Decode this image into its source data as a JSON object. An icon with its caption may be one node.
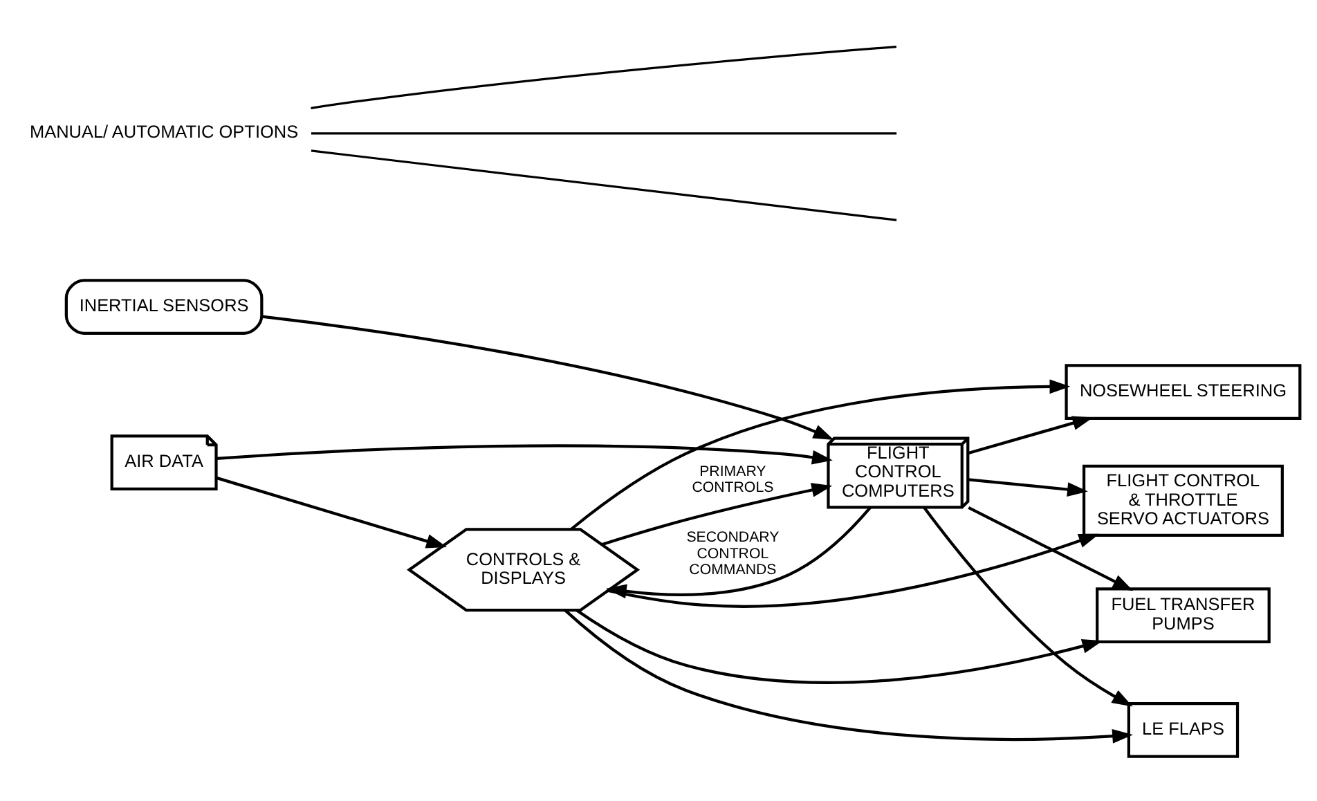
{
  "diagram": {
    "nodes": [
      {
        "text": [
          "AIR DATA"
        ]
      },
      {
        "text": [
          "CONTROLS & DISPLAYS"
        ]
      },
      {
        "text": [
          "INERTIAL SENSORS"
        ]
      },
      {
        "text": [
          "FLIGHT CONTROL COMPUTERS"
        ]
      },
      {
        "text": [
          "MANUAL/ AUTOMATIC OPTIONS"
        ]
      },
      {
        "text": [
          "FLIGHT CONTROL & THROTTLE SERVO ACTUATORS"
        ]
      },
      {
        "text": [
          "LE FLAPS"
        ]
      },
      {
        "text": [
          "NOSEWHEEL STEERING"
        ]
      },
      {
        "text": [
          "FUEL TRANSFER PUMPS"
        ]
      }
    ],
    "edges": [
      {
        "from": 0,
        "to": 1,
        "arrow": "to"
      },
      {
        "from": 0,
        "to": 3,
        "arrow": "to"
      },
      {
        "from": 1,
        "to": 3,
        "arrow": "to",
        "label": "PRIMARY CONTROLS"
      },
      {
        "from": 3,
        "to": 1,
        "arrow": "to",
        "label": "SECONDARY CONTROL COMMANDS"
      },
      {
        "from": 2,
        "to": 3,
        "arrow": "to"
      },
      {
        "from": 3,
        "to": 5,
        "arrow": "to"
      },
      {
        "from": 3,
        "to": 6,
        "arrow": "to"
      },
      {
        "from": 3,
        "to": 7,
        "arrow": "to"
      },
      {
        "from": 3,
        "to": 8,
        "arrow": "to"
      },
      {
        "from": 1,
        "to": 5,
        "arrow": "to"
      },
      {
        "from": 1,
        "to": 6,
        "arrow": "to"
      },
      {
        "from": 1,
        "to": 7,
        "arrow": "to"
      },
      {
        "from": 1,
        "to": 8,
        "arrow": "to"
      },
      {
        "from": 4,
        "to": null,
        "arrow": "none"
      },
      {
        "from": 4,
        "to": null,
        "arrow": "none"
      },
      {
        "from": 4,
        "to": null,
        "arrow": "none"
      }
    ]
  }
}
